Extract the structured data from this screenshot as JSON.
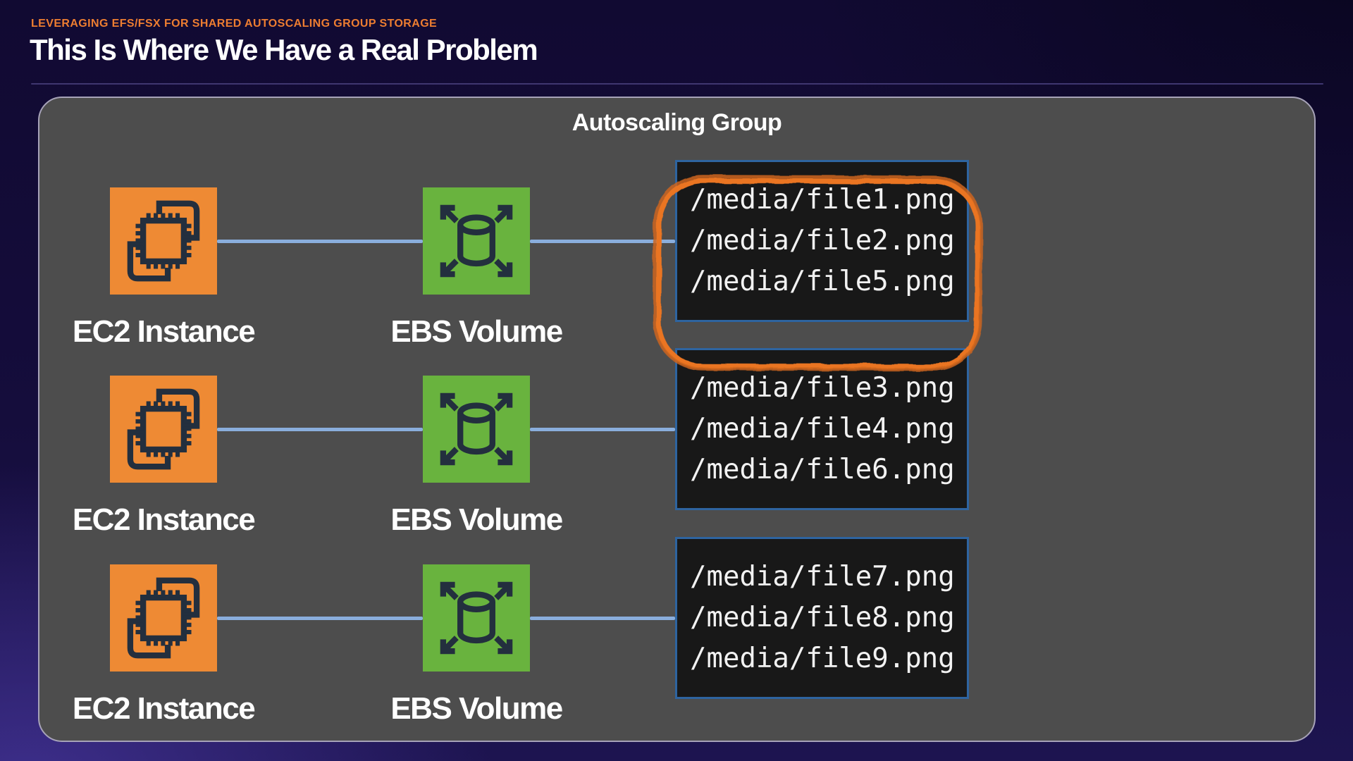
{
  "slide": {
    "eyebrow": "LEVERAGING EFS/FSX FOR SHARED AUTOSCALING GROUP STORAGE",
    "title": "This Is Where We Have a Real Problem"
  },
  "diagram": {
    "group_label": "Autoscaling Group",
    "rows": [
      {
        "ec2_label": "EC2 Instance",
        "ebs_label": "EBS Volume",
        "files": [
          "/media/file1.png",
          "/media/file2.png",
          "/media/file5.png"
        ]
      },
      {
        "ec2_label": "EC2 Instance",
        "ebs_label": "EBS Volume",
        "files": [
          "/media/file3.png",
          "/media/file4.png",
          "/media/file6.png"
        ]
      },
      {
        "ec2_label": "EC2 Instance",
        "ebs_label": "EBS Volume",
        "files": [
          "/media/file7.png",
          "/media/file8.png",
          "/media/file9.png"
        ]
      }
    ],
    "annotation": {
      "shape": "hand-drawn-rounded-circle",
      "highlights": "first file list and top edge of second file list",
      "color": "#EA7420"
    },
    "icons": {
      "ec2": "ec2-instance-chip-icon",
      "ebs": "ebs-volume-expand-icon"
    }
  },
  "colors": {
    "background_top": "#110a32",
    "background_glow": "#2a2061",
    "eyebrow_orange": "#ED7D31",
    "panel_gray": "#4d4d4d",
    "panel_border": "#a7a3b8",
    "ec2_orange": "#EE8A34",
    "ebs_green": "#69B33E",
    "icon_glyph": "#232F3E",
    "connector_blue": "#8AAEDD",
    "file_box_bg": "#181818",
    "file_box_border": "#2E64A0",
    "annotation_orange": "#EA7420"
  }
}
